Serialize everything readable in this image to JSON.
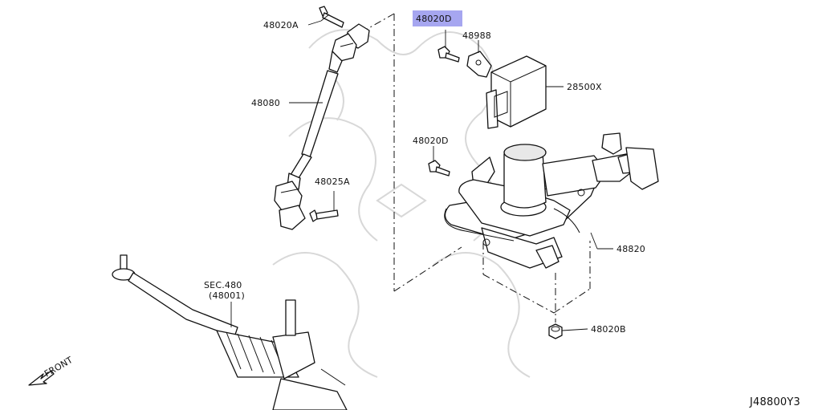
{
  "diagram": {
    "highlight_color": "#a6a6f0",
    "callouts": [
      {
        "id": "48020A_top",
        "text": "48020A",
        "highlighted": false
      },
      {
        "id": "48020D_top",
        "text": "48020D",
        "highlighted": true
      },
      {
        "id": "48988",
        "text": "48988",
        "highlighted": false
      },
      {
        "id": "28500X",
        "text": "28500X",
        "highlighted": false
      },
      {
        "id": "48080",
        "text": "48080",
        "highlighted": false
      },
      {
        "id": "48020D_mid",
        "text": "48020D",
        "highlighted": false
      },
      {
        "id": "48025A",
        "text": "48025A",
        "highlighted": false
      },
      {
        "id": "48820",
        "text": "48820",
        "highlighted": false
      },
      {
        "id": "sec480",
        "text": "SEC.480",
        "highlighted": false
      },
      {
        "id": "sec480_sub",
        "text": "(48001)",
        "highlighted": false
      },
      {
        "id": "48020B",
        "text": "48020B",
        "highlighted": false
      }
    ],
    "front_label": "FRONT",
    "figure_code": "J48800Y3"
  }
}
